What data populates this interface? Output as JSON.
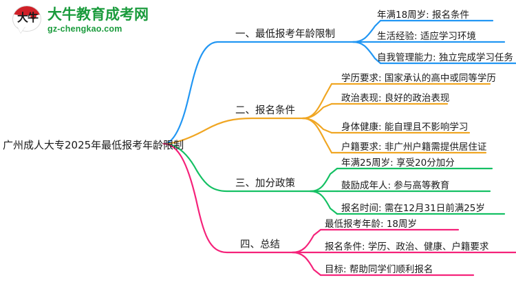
{
  "logo": {
    "mark_text": "大牛",
    "title": "大牛教育成考网",
    "subtitle": "gz-chengkao.com",
    "brand_green": "#1a9b3c",
    "brand_red": "#cf2027"
  },
  "mindmap": {
    "root": {
      "label": "广州成人大专2025年最低报考年龄限制"
    },
    "branches": [
      {
        "label": "一、最低报考年龄限制",
        "color": "#2196f3",
        "children": [
          {
            "label": "年满18周岁: 报名条件"
          },
          {
            "label": "生活经验: 适应学习环境"
          },
          {
            "label": "自我管理能力: 独立完成学习任务"
          }
        ]
      },
      {
        "label": "二、报名条件",
        "color": "#f0a623",
        "children": [
          {
            "label": "学历要求: 国家承认的高中或同等学历"
          },
          {
            "label": "政治表现: 良好的政治表现"
          },
          {
            "label": "身体健康: 能自理且不影响学习"
          },
          {
            "label": "户籍要求: 非广州户籍需提供居住证"
          }
        ]
      },
      {
        "label": "三、加分政策",
        "color": "#14c063",
        "children": [
          {
            "label": "年满25周岁: 享受20分加分"
          },
          {
            "label": "鼓励成年人: 参与高等教育"
          },
          {
            "label": "报名时间: 需在12月31日前满25岁"
          }
        ]
      },
      {
        "label": "四、总结",
        "color": "#f5227a",
        "children": [
          {
            "label": "最低报考年龄: 18周岁"
          },
          {
            "label": "报名条件: 学历、政治、健康、户籍要求"
          },
          {
            "label": "目标: 帮助同学们顺利报名"
          }
        ]
      }
    ]
  }
}
